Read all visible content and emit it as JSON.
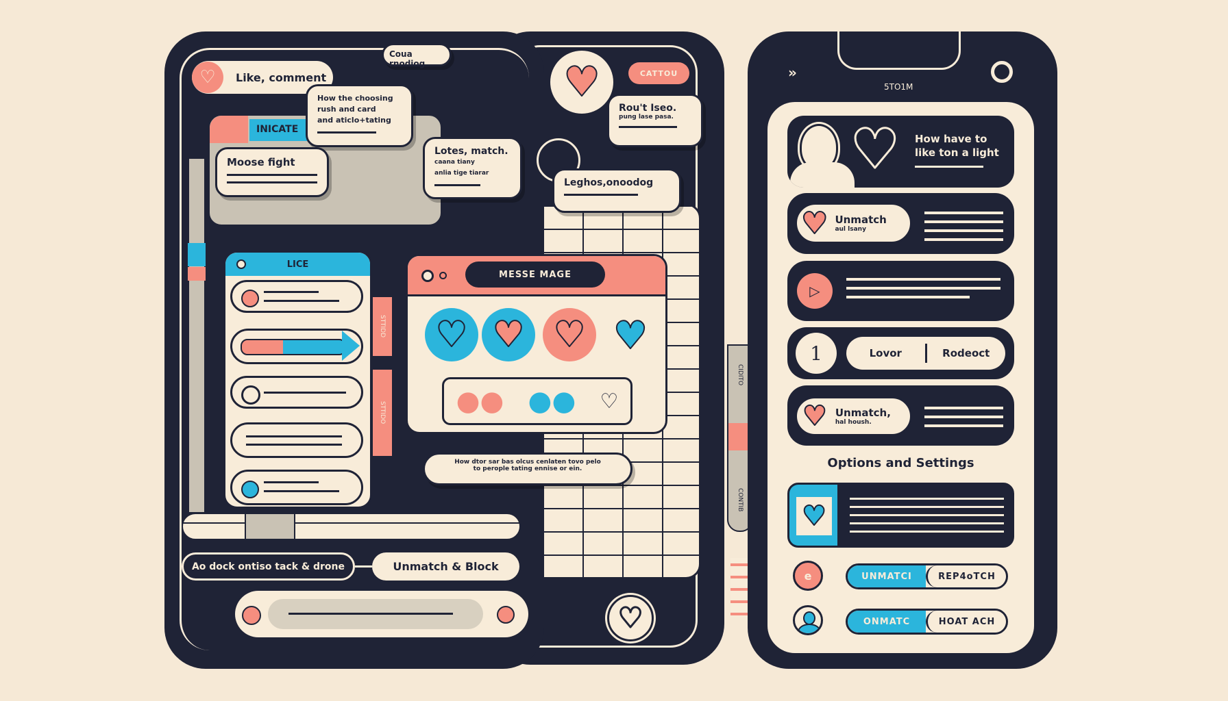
{
  "colors": {
    "background": "#f6e9d6",
    "dark": "#1f2336",
    "cream": "#f8ecd9",
    "coral": "#f58e7f",
    "cyan": "#2bb5dc",
    "gray": "#c9c2b4"
  },
  "left_phone": {
    "like_comment": "Like, comment",
    "tooltip": "Coua rnodiog",
    "bubble_how": [
      "How the choosing",
      "rush and card",
      "and aticlo+tating"
    ],
    "tab_label": "INICATE",
    "bubble_moose": "Moose fight",
    "bubble_lotes": [
      "Lotes, match.",
      "caana tiany",
      "anlia tige tiarar"
    ],
    "panel_title": "LICE",
    "side_tab_labels": [
      "STTIDD",
      "STTIDO"
    ],
    "message_window_title": "MESSE MAGE",
    "bottom_bubble": [
      "How dtor sar bas olcus cenlaten tovo pelo",
      "to perople tating ennise or ein."
    ],
    "pill_dark": "Ao dock ontiso tack & drone",
    "pill_unmatch_block": "Unmatch & Block",
    "icons": [
      "heart-icon",
      "heart-icon",
      "heart-icon",
      "heart-icon",
      "arrow-right-icon"
    ]
  },
  "middle_phone": {
    "pill": "CATTOU",
    "bubble_rou": [
      "Rou't Iseo.",
      "pung lase pasa."
    ],
    "bubble_leghos": "Leghos,onoodog",
    "side_strip_labels": [
      "CIDITO",
      "CONTIB"
    ]
  },
  "right_phone": {
    "status": "5TO1M",
    "profile_text": [
      "How have to",
      "like ton a light"
    ],
    "row_unmatch": {
      "title": "Unmatch",
      "sub": "aul lsany"
    },
    "row_lover": {
      "left": "Lovor",
      "right": "Rodeoct",
      "number": "1"
    },
    "row_unmatch2": {
      "title": "Unmatch,",
      "sub": "hal housh."
    },
    "section_title": "Options and Settings",
    "buttons": [
      {
        "primary": "UNMATCI",
        "secondary": "REP4oTCH"
      },
      {
        "primary": "ONMATC",
        "secondary": "HOAT ACH"
      }
    ]
  }
}
